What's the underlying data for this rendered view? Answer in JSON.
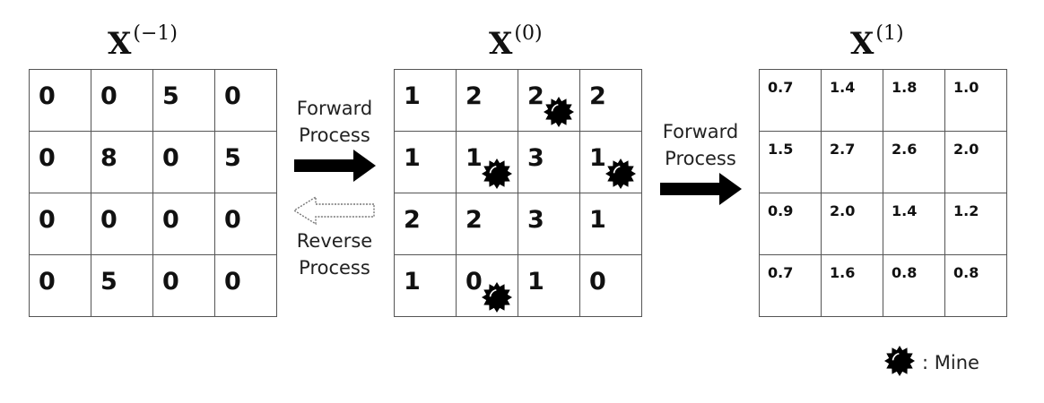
{
  "diagram": {
    "matrices": [
      {
        "id": "x-minus-1",
        "base": "X",
        "superscript": "(−1)",
        "cells": [
          [
            "0",
            "0",
            "5",
            "0"
          ],
          [
            "0",
            "8",
            "0",
            "5"
          ],
          [
            "0",
            "0",
            "0",
            "0"
          ],
          [
            "0",
            "5",
            "0",
            "0"
          ]
        ],
        "mines": []
      },
      {
        "id": "x-0",
        "base": "X",
        "superscript": "(0)",
        "cells": [
          [
            "1",
            "2",
            "2",
            "2"
          ],
          [
            "1",
            "1",
            "3",
            "1"
          ],
          [
            "2",
            "2",
            "3",
            "1"
          ],
          [
            "1",
            "0",
            "1",
            "0"
          ]
        ],
        "mines": [
          [
            0,
            2
          ],
          [
            1,
            1
          ],
          [
            1,
            3
          ],
          [
            3,
            1
          ]
        ]
      },
      {
        "id": "x-1",
        "base": "X",
        "superscript": "(1)",
        "cells": [
          [
            "0.7",
            "1.4",
            "1.8",
            "1.0"
          ],
          [
            "1.5",
            "2.7",
            "2.6",
            "2.0"
          ],
          [
            "0.9",
            "2.0",
            "1.4",
            "1.2"
          ],
          [
            "0.7",
            "1.6",
            "0.8",
            "0.8"
          ]
        ],
        "mines": []
      }
    ],
    "arrows": {
      "forward_1": {
        "label_line1": "Forward",
        "label_line2": "Process",
        "direction": "right",
        "style": "solid"
      },
      "reverse_1": {
        "label_line1": "Reverse",
        "label_line2": "Process",
        "direction": "left",
        "style": "outline-dotted"
      },
      "forward_2": {
        "label_line1": "Forward",
        "label_line2": "Process",
        "direction": "right",
        "style": "solid"
      }
    },
    "legend": {
      "icon": "mine-icon",
      "text": ": Mine"
    },
    "colors": {
      "grid_line": "#555555",
      "text": "#111111",
      "arrow": "#000000",
      "background": "#ffffff"
    }
  }
}
